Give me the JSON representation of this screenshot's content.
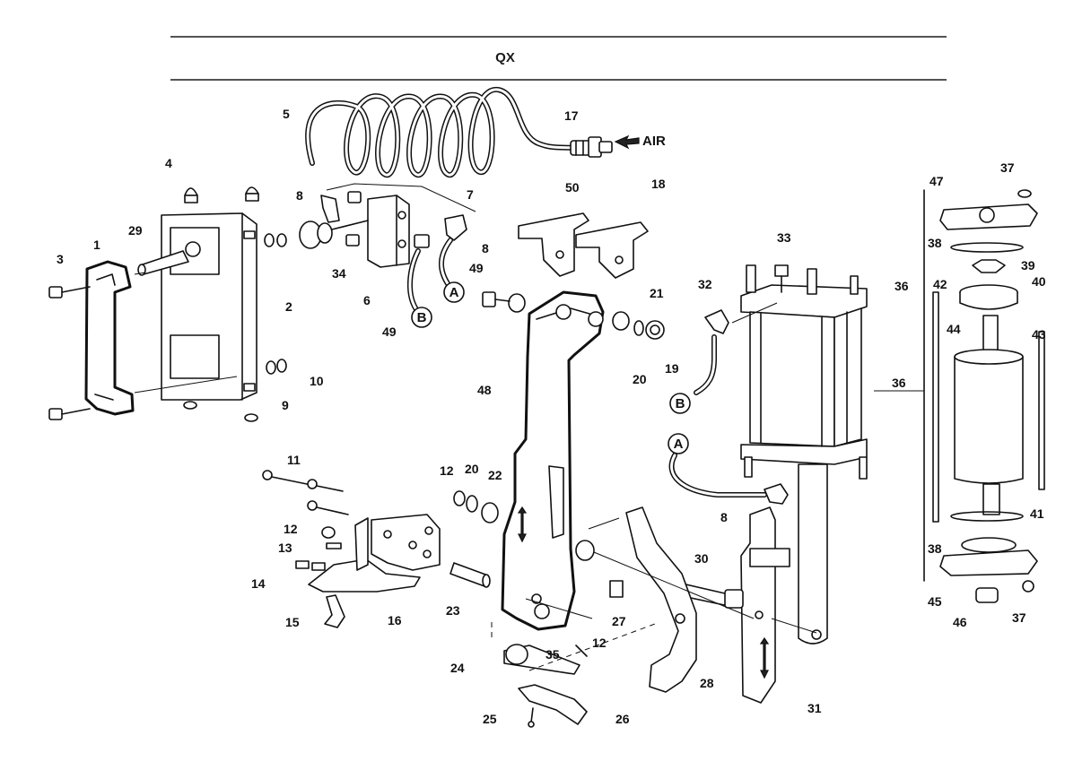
{
  "header": {
    "title": "QX"
  },
  "air_label": "AIR",
  "connectors": {
    "a": "A",
    "b": "B"
  },
  "part_labels": {
    "p1": "1",
    "p2": "2",
    "p3": "3",
    "p4": "4",
    "p5": "5",
    "p6": "6",
    "p7": "7",
    "p8a": "8",
    "p8b": "8",
    "p8c": "8",
    "p9": "9",
    "p10": "10",
    "p11": "11",
    "p12a": "12",
    "p12b": "12",
    "p12c": "12",
    "p13": "13",
    "p14": "14",
    "p15": "15",
    "p16": "16",
    "p17": "17",
    "p18": "18",
    "p19": "19",
    "p20a": "20",
    "p20b": "20",
    "p21": "21",
    "p22": "22",
    "p23": "23",
    "p24": "24",
    "p25": "25",
    "p26": "26",
    "p27": "27",
    "p28": "28",
    "p29": "29",
    "p30": "30",
    "p31": "31",
    "p32": "32",
    "p33": "33",
    "p34": "34",
    "p35": "35",
    "p36a": "36",
    "p36b": "36",
    "p37a": "37",
    "p37b": "37",
    "p38a": "38",
    "p38b": "38",
    "p39": "39",
    "p40": "40",
    "p41": "41",
    "p42": "42",
    "p43": "43",
    "p44": "44",
    "p45": "45",
    "p46": "46",
    "p47": "47",
    "p48": "48",
    "p49a": "49",
    "p49b": "49",
    "p50": "50"
  }
}
